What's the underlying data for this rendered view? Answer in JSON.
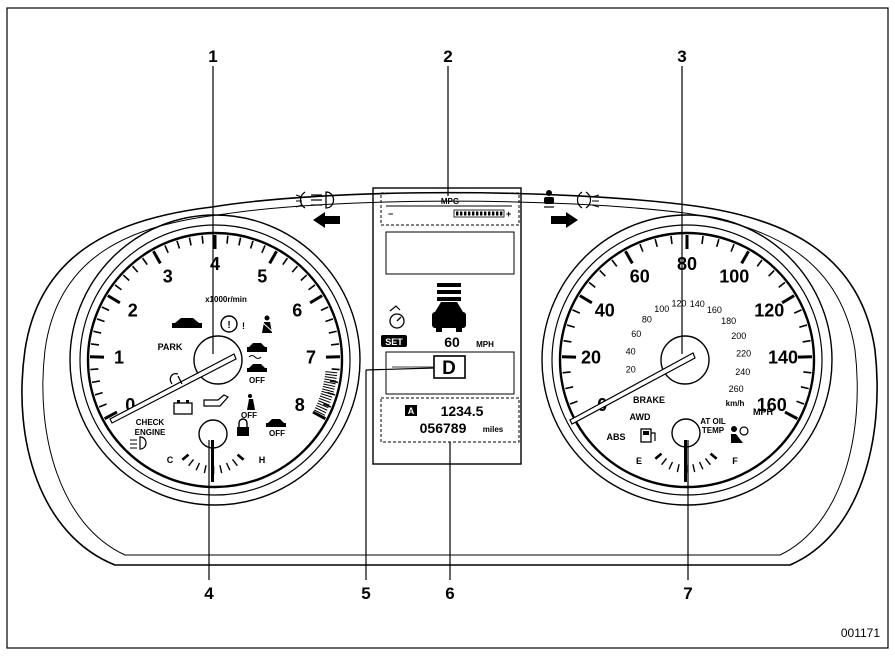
{
  "callouts": [
    "1",
    "2",
    "3",
    "4",
    "5",
    "6",
    "7"
  ],
  "figure_id": "001171",
  "tachometer": {
    "ticks": [
      "0",
      "1",
      "2",
      "3",
      "4",
      "5",
      "6",
      "7",
      "8"
    ],
    "unit": "x1000r/min",
    "park": "PARK",
    "off_labels": [
      "OFF",
      "OFF",
      "OFF"
    ],
    "check_engine": [
      "CHECK",
      "ENGINE"
    ],
    "temp_c": "C",
    "temp_h": "H"
  },
  "speedometer": {
    "mph_ticks": [
      "0",
      "20",
      "40",
      "60",
      "80",
      "100",
      "120",
      "140",
      "160"
    ],
    "kmh_ticks": [
      "20",
      "40",
      "60",
      "80",
      "100",
      "120",
      "140",
      "160",
      "180",
      "200",
      "220",
      "240",
      "260"
    ],
    "kmh_unit": "km/h",
    "mph_unit": "MPH",
    "brake": "BRAKE",
    "awd": "AWD",
    "abs": "ABS",
    "at_oil_temp": [
      "AT OIL",
      "TEMP"
    ],
    "fuel_e": "E",
    "fuel_f": "F"
  },
  "center_display": {
    "mpg_label": "MPG",
    "minus": "−",
    "plus": "+",
    "set_badge": "SET",
    "cruise_speed": "60",
    "cruise_unit": "MPH",
    "gear": "D",
    "trip_badge": "A",
    "trip_value": "1234.5",
    "odometer": "056789",
    "odometer_unit": "miles"
  }
}
